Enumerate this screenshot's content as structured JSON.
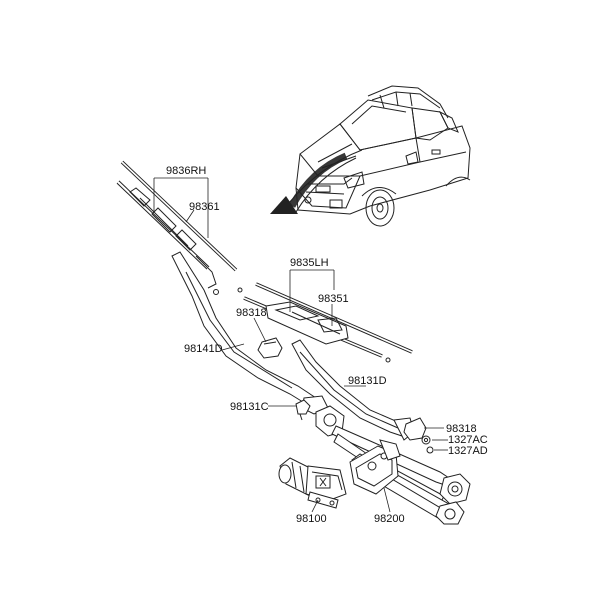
{
  "diagram": {
    "parts": [
      {
        "id": "rh_blade",
        "label": "9836RH"
      },
      {
        "id": "rh_refill",
        "label": "98361"
      },
      {
        "id": "lh_blade",
        "label": "9835LH"
      },
      {
        "id": "lh_refill",
        "label": "98351"
      },
      {
        "id": "cap_left",
        "label": "98318"
      },
      {
        "id": "arm_rh",
        "label": "98141D"
      },
      {
        "id": "arm_lh",
        "label": "98131D"
      },
      {
        "id": "nut_arm",
        "label": "98131C"
      },
      {
        "id": "cap_right",
        "label": "98318"
      },
      {
        "id": "nut_ac",
        "label": "1327AC"
      },
      {
        "id": "nut_ad",
        "label": "1327AD"
      },
      {
        "id": "motor",
        "label": "98100"
      },
      {
        "id": "linkage",
        "label": "98200"
      }
    ]
  }
}
